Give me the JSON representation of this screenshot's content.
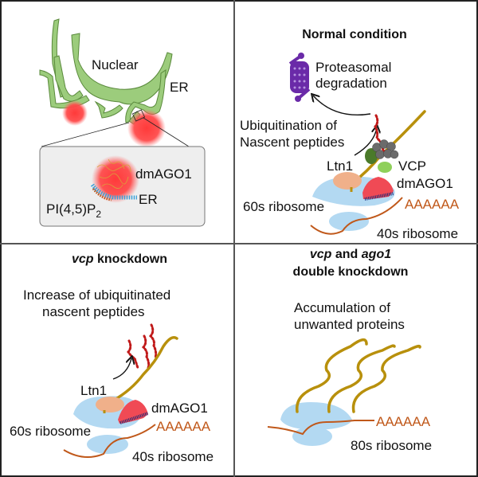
{
  "figure": "Graphical abstract: dmAGO1 and VCP in ribosome-associated quality control",
  "panels": {
    "top_left": {
      "nuclear": "Nuclear",
      "er": "ER",
      "inset": {
        "dmago1": "dmAGO1",
        "er": "ER",
        "pip2_main": "PI(4,5)P",
        "pip2_sub": "2"
      }
    },
    "top_right": {
      "title": "Normal condition",
      "proteasome_1": "Proteasomal",
      "proteasome_2": "degradation",
      "ubiq_1": "Ubiquitination of",
      "ubiq_2": "Nascent peptides",
      "ltn1": "Ltn1",
      "vcp": "VCP",
      "dmago1": "dmAGO1",
      "polyA": "AAAAAA",
      "ribo60": "60s ribosome",
      "ribo40": "40s ribosome"
    },
    "bottom_left": {
      "title_italic": "vcp",
      "title_rest": " knockdown",
      "desc_1": "Increase of ubiquitinated",
      "desc_2": "nascent peptides",
      "ltn1": "Ltn1",
      "dmago1": "dmAGO1",
      "polyA": "AAAAAA",
      "ribo60": "60s ribosome",
      "ribo40": "40s ribosome"
    },
    "bottom_right": {
      "title_1_italic_a": "vcp",
      "title_1_mid": " and ",
      "title_1_italic_b": "ago1",
      "title_2": "double knockdown",
      "desc_1": "Accumulation of",
      "desc_2": "unwanted proteins",
      "polyA": "AAAAAA",
      "ribo80": "80s ribosome"
    }
  },
  "colors": {
    "er_green": "#9ccc7c",
    "er_stroke": "#5a8a3c",
    "condensate_red": "#ff4a4a",
    "ribosome_blue": "#b3d9f2",
    "ltn1_peach": "#f0b08a",
    "dmago1_red": "#f04a55",
    "peptide_gold": "#b8900c",
    "mrna_orange": "#c0581a",
    "ubiquitin_red": "#c01a1a",
    "proteasome_purple": "#6a2aa8",
    "vcp_gray": "#6b6b6b",
    "vcp_green_dark": "#4a7a2a",
    "vcp_green_light": "#8fd05a",
    "divider": "#555555"
  }
}
